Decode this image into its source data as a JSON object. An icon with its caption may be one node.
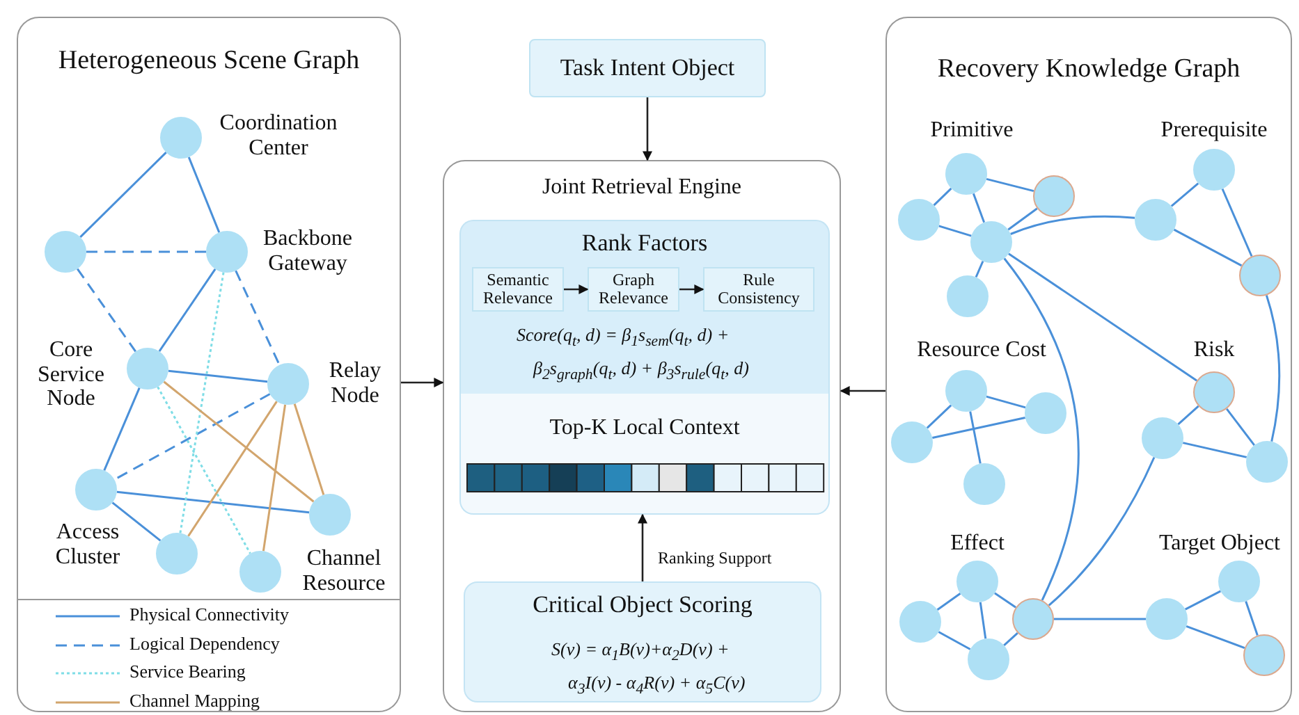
{
  "diagram": {
    "nodes": [
      {
        "text": [
          "Heterogeneous Scene Graph"
        ]
      },
      {
        "text": [],
        "shape": "circle",
        "in": 0,
        "beside": [
          "Coordination Center"
        ]
      },
      {
        "text": [],
        "shape": "circle",
        "in": 0
      },
      {
        "text": [],
        "shape": "circle",
        "in": 0,
        "beside": [
          "Backbone Gateway"
        ]
      },
      {
        "text": [],
        "shape": "circle",
        "in": 0,
        "beside": [
          "Core Service Node"
        ]
      },
      {
        "text": [],
        "shape": "circle",
        "in": 0,
        "beside": [
          "Relay Node"
        ]
      },
      {
        "text": [],
        "shape": "circle",
        "in": 0,
        "beside": [
          "Access Cluster"
        ]
      },
      {
        "text": [],
        "shape": "circle",
        "in": 0
      },
      {
        "text": [],
        "shape": "circle",
        "in": 0
      },
      {
        "text": [],
        "shape": "circle",
        "in": 0,
        "beside": [
          "Channel Resource"
        ]
      },
      {
        "text": [
          "Task Intent Object"
        ]
      },
      {
        "text": [
          "Joint Retrieval Engine"
        ]
      },
      {
        "text": [
          "Rank Factors",
          "*Score*(*q*$_{t}$, *d*) = *β*$_{1}$*s*$_{sem}$(*q*$_{t}$, *d*) + *β*$_{2}$*s*$_{graph}$(*q*$_{t}$, *d*) + *β*$_{3}$*s*$_{rule}$(*q*$_{t}$, *d*)"
        ],
        "in": 11
      },
      {
        "text": [
          "Semantic Relevance"
        ],
        "in": 12
      },
      {
        "text": [
          "Graph Relevance"
        ],
        "in": 12
      },
      {
        "text": [
          "Rule Consistency"
        ],
        "in": 12
      },
      {
        "text": [
          "Top-K Local Context"
        ],
        "in": 11
      },
      {
        "text": [
          "Critical Object Scoring",
          "*S*(*v*) = *α*$_{1}$*B*(*v*)+*α*$_{2}$*D*(*v*) + *α*$_{3}$*I*(*v*) - *α*$_{4}$*R*(*v*) + *α*$_{5}$*C*(*v*)"
        ],
        "in": 11
      },
      {
        "text": [
          "Recovery Knowledge Graph"
        ]
      },
      {
        "text": [],
        "shape": "circle",
        "in": 18
      },
      {
        "text": [],
        "shape": "circle",
        "in": 18
      },
      {
        "text": [],
        "shape": "circle",
        "in": 18
      },
      {
        "text": [],
        "shape": "circle",
        "in": 18
      },
      {
        "text": [],
        "shape": "circle",
        "in": 18
      },
      {
        "text": [],
        "shape": "circle",
        "in": 18
      },
      {
        "text": [],
        "shape": "circle",
        "in": 18
      },
      {
        "text": [],
        "shape": "circle",
        "in": 18
      },
      {
        "text": [],
        "shape": "circle",
        "in": 18
      },
      {
        "text": [],
        "shape": "circle",
        "in": 18
      },
      {
        "text": [],
        "shape": "circle",
        "in": 18
      },
      {
        "text": [],
        "shape": "circle",
        "in": 18
      },
      {
        "text": [],
        "shape": "circle",
        "in": 18
      },
      {
        "text": [],
        "shape": "circle",
        "in": 18
      },
      {
        "text": [],
        "shape": "circle",
        "in": 18
      },
      {
        "text": [],
        "shape": "circle",
        "in": 18
      },
      {
        "text": [],
        "shape": "circle",
        "in": 18
      },
      {
        "text": [],
        "shape": "circle",
        "in": 18
      },
      {
        "text": [],
        "shape": "circle",
        "in": 18
      },
      {
        "text": [],
        "shape": "circle",
        "in": 18
      },
      {
        "text": [],
        "shape": "circle",
        "in": 18
      },
      {
        "text": [],
        "shape": "circle",
        "in": 18
      }
    ],
    "edges": [
      {
        "from": 1,
        "to": 2,
        "arrow": "none"
      },
      {
        "from": 1,
        "to": 3,
        "arrow": "none"
      },
      {
        "from": 3,
        "to": 4,
        "arrow": "none"
      },
      {
        "from": 4,
        "to": 5,
        "arrow": "none"
      },
      {
        "from": 4,
        "to": 6,
        "arrow": "none"
      },
      {
        "from": 6,
        "to": 9,
        "arrow": "none"
      },
      {
        "from": 6,
        "to": 7,
        "arrow": "none"
      },
      {
        "from": 2,
        "to": 3,
        "arrow": "none",
        "style": "dashed"
      },
      {
        "from": 2,
        "to": 4,
        "arrow": "none",
        "style": "dashed"
      },
      {
        "from": 3,
        "to": 5,
        "arrow": "none",
        "style": "dashed"
      },
      {
        "from": 5,
        "to": 6,
        "arrow": "none",
        "style": "dashed"
      },
      {
        "from": 3,
        "to": 7,
        "arrow": "none",
        "style": "dashed",
        "color": "#7fdde6"
      },
      {
        "from": 4,
        "to": 8,
        "arrow": "none",
        "style": "dashed",
        "color": "#7fdde6"
      },
      {
        "from": 4,
        "to": 9,
        "arrow": "none",
        "color": "#d2a56d"
      },
      {
        "from": 5,
        "to": 7,
        "arrow": "none",
        "color": "#d2a56d"
      },
      {
        "from": 5,
        "to": 8,
        "arrow": "none",
        "color": "#d2a56d"
      },
      {
        "from": 5,
        "to": 9,
        "arrow": "none",
        "color": "#d2a56d"
      },
      {
        "from": 10,
        "to": 11,
        "arrow": "to",
        "color": "#222222"
      },
      {
        "from": 0,
        "to": 11,
        "arrow": "to",
        "color": "#222222"
      },
      {
        "from": 18,
        "to": 11,
        "arrow": "to",
        "color": "#222222"
      },
      {
        "from": 13,
        "to": 14,
        "arrow": "to",
        "color": "#222222"
      },
      {
        "from": 14,
        "to": 15,
        "arrow": "to",
        "color": "#222222"
      },
      {
        "from": 17,
        "to": 16,
        "arrow": "to",
        "color": "#222222",
        "label": "Ranking Support"
      },
      {
        "from": 19,
        "to": 20,
        "arrow": "none"
      },
      {
        "from": 19,
        "to": 21,
        "arrow": "none"
      },
      {
        "from": 19,
        "to": 22,
        "arrow": "none"
      },
      {
        "from": 20,
        "to": 22,
        "arrow": "none"
      },
      {
        "from": 21,
        "to": 22,
        "arrow": "none"
      },
      {
        "from": 22,
        "to": 23,
        "arrow": "none"
      },
      {
        "from": 24,
        "to": 25,
        "arrow": "none"
      },
      {
        "from": 24,
        "to": 26,
        "arrow": "none"
      },
      {
        "from": 25,
        "to": 26,
        "arrow": "none"
      },
      {
        "from": 27,
        "to": 29,
        "arrow": "none"
      },
      {
        "from": 27,
        "to": 28,
        "arrow": "none"
      },
      {
        "from": 27,
        "to": 30,
        "arrow": "none"
      },
      {
        "from": 29,
        "to": 28,
        "arrow": "none"
      },
      {
        "from": 31,
        "to": 32,
        "arrow": "none"
      },
      {
        "from": 31,
        "to": 33,
        "arrow": "none"
      },
      {
        "from": 32,
        "to": 33,
        "arrow": "none"
      },
      {
        "from": 34,
        "to": 35,
        "arrow": "none"
      },
      {
        "from": 34,
        "to": 36,
        "arrow": "none"
      },
      {
        "from": 34,
        "to": 37,
        "arrow": "none"
      },
      {
        "from": 35,
        "to": 36,
        "arrow": "none"
      },
      {
        "from": 36,
        "to": 37,
        "arrow": "none"
      },
      {
        "from": 38,
        "to": 39,
        "arrow": "none"
      },
      {
        "from": 38,
        "to": 40,
        "arrow": "none"
      },
      {
        "from": 39,
        "to": 40,
        "arrow": "none"
      },
      {
        "from": 22,
        "to": 25,
        "arrow": "none"
      },
      {
        "from": 22,
        "to": 31,
        "arrow": "none"
      },
      {
        "from": 22,
        "to": 37,
        "arrow": "none"
      },
      {
        "from": 26,
        "to": 33,
        "arrow": "none"
      },
      {
        "from": 32,
        "to": 37,
        "arrow": "none"
      },
      {
        "from": 37,
        "to": 39,
        "arrow": "none"
      }
    ],
    "labels": [
      "Primitive",
      "Prerequisite",
      "Resource Cost",
      "Risk",
      "Effect",
      "Target Object"
    ],
    "legend": [
      {
        "text": "Physical Connectivity"
      },
      {
        "text": "Logical Dependency"
      },
      {
        "text": "Service Bearing"
      },
      {
        "text": "Channel Mapping"
      }
    ]
  }
}
